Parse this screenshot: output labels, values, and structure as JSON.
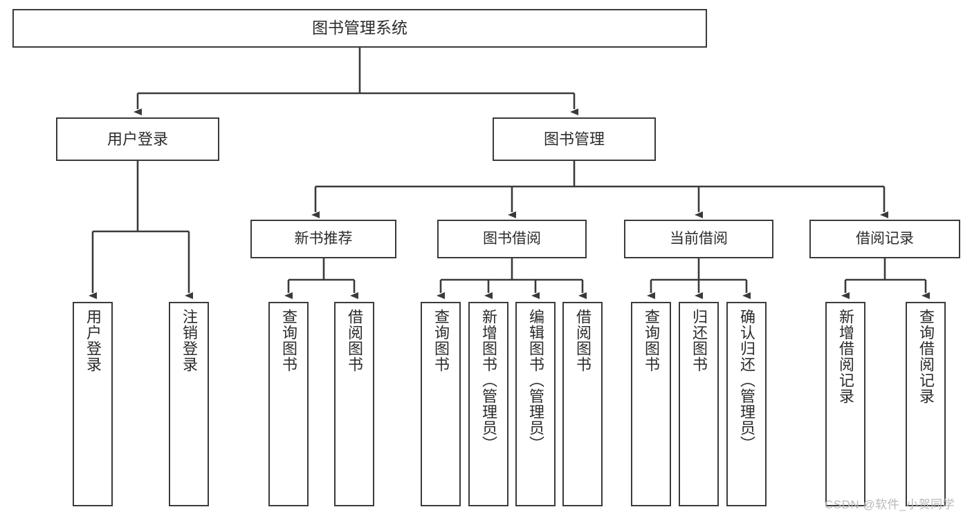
{
  "diagram": {
    "title": "图书管理系统",
    "type": "hierarchy-tree",
    "line_color": "#3a3a3a",
    "box_fill": "#ffffff",
    "text_color": "#2b2b2b"
  },
  "nodes": {
    "root": {
      "label": "图书管理系统"
    },
    "level2": [
      {
        "label": "用户登录"
      },
      {
        "label": "图书管理"
      }
    ],
    "level3": [
      {
        "label": "新书推荐"
      },
      {
        "label": "图书借阅"
      },
      {
        "label": "当前借阅"
      },
      {
        "label": "借阅记录"
      }
    ],
    "leaves": {
      "user_login": [
        {
          "label": "用户登录"
        },
        {
          "label": "注销登录"
        }
      ],
      "new_book_recommend": [
        {
          "label": "查询图书"
        },
        {
          "label": "借阅图书"
        }
      ],
      "book_borrow": [
        {
          "label": "查询图书"
        },
        {
          "label": "新增图书（管理员）"
        },
        {
          "label": "编辑图书（管理员）"
        },
        {
          "label": "借阅图书"
        }
      ],
      "current_borrow": [
        {
          "label": "查询图书"
        },
        {
          "label": "归还图书"
        },
        {
          "label": "确认归还（管理员）"
        }
      ],
      "borrow_record": [
        {
          "label": "新增借阅记录"
        },
        {
          "label": "查询借阅记录"
        }
      ]
    }
  },
  "watermark": {
    "text": "CSDN @软件_小贺同学"
  }
}
